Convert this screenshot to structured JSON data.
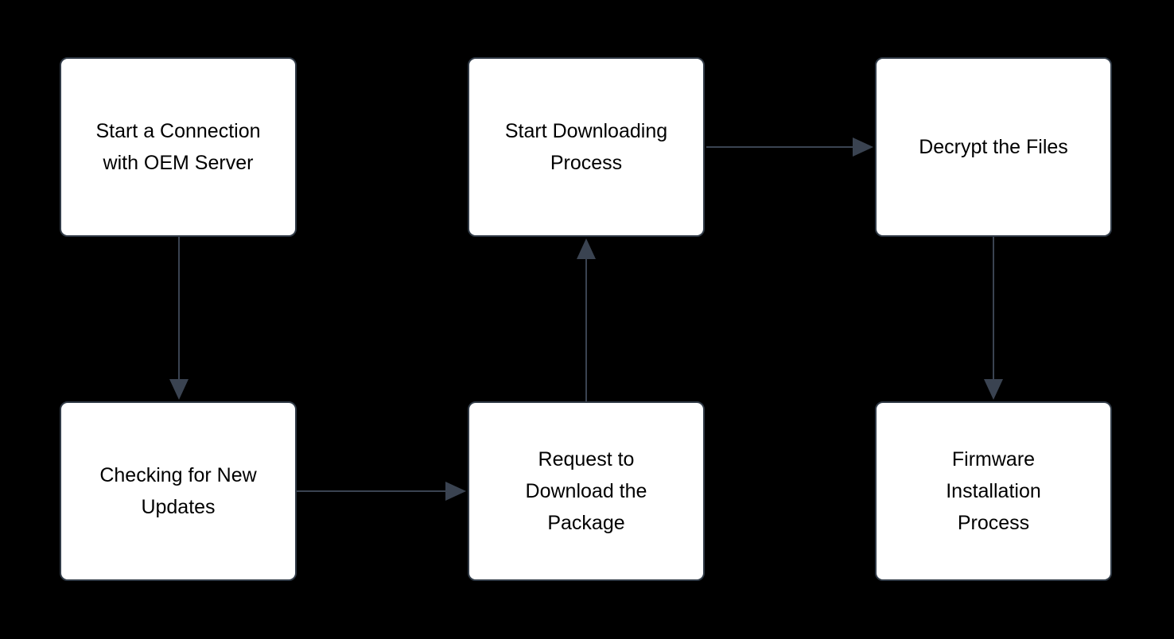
{
  "diagram": {
    "type": "flowchart",
    "background_color": "#000000",
    "node_fill_color": "#ffffff",
    "node_border_color": "#313b47",
    "arrow_color": "#3a4351",
    "text_color": "#000000",
    "nodes": [
      {
        "id": "start-connection",
        "label": "Start a Connection\nwith OEM Server",
        "col": 1,
        "row": 1
      },
      {
        "id": "start-downloading",
        "label": "Start Downloading\nProcess",
        "col": 2,
        "row": 1
      },
      {
        "id": "decrypt-files",
        "label": "Decrypt the Files",
        "col": 3,
        "row": 1
      },
      {
        "id": "check-updates",
        "label": "Checking for New\nUpdates",
        "col": 1,
        "row": 2
      },
      {
        "id": "request-download",
        "label": "Request to\nDownload the\nPackage",
        "col": 2,
        "row": 2
      },
      {
        "id": "firmware-install",
        "label": "Firmware\nInstallation\nProcess",
        "col": 3,
        "row": 2
      }
    ],
    "edges": [
      {
        "from": "start-connection",
        "to": "check-updates",
        "direction": "down"
      },
      {
        "from": "check-updates",
        "to": "request-download",
        "direction": "right"
      },
      {
        "from": "request-download",
        "to": "start-downloading",
        "direction": "up"
      },
      {
        "from": "start-downloading",
        "to": "decrypt-files",
        "direction": "right"
      },
      {
        "from": "decrypt-files",
        "to": "firmware-install",
        "direction": "down"
      }
    ]
  }
}
